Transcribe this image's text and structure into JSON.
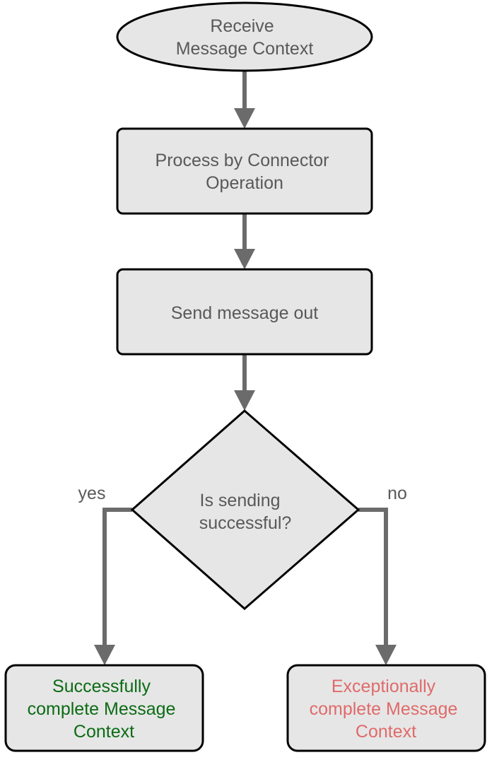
{
  "nodes": {
    "start": {
      "lines": [
        "Receive",
        "Message Context"
      ]
    },
    "process": {
      "lines": [
        "Process by Connector",
        "Operation"
      ]
    },
    "send": {
      "lines": [
        "Send message out"
      ]
    },
    "decision": {
      "lines": [
        "Is sending",
        "successful?"
      ]
    },
    "success": {
      "lines": [
        "Successfully",
        "complete Message",
        "Context"
      ]
    },
    "failure": {
      "lines": [
        "Exceptionally",
        "complete Message",
        "Context"
      ]
    }
  },
  "edges": {
    "yes_label": "yes",
    "no_label": "no"
  },
  "colors": {
    "node_fill": "#e6e6e6",
    "node_stroke": "#000000",
    "connector": "#6b6b6b",
    "text": "#595959",
    "success_text": "#0b6b14",
    "failure_text": "#e06a6a"
  }
}
